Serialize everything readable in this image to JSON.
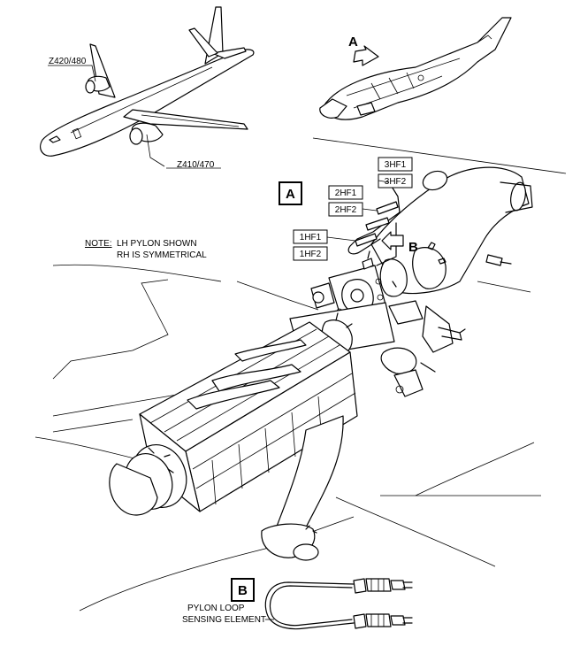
{
  "zones": {
    "upper": "Z420/480",
    "lower": "Z410/470"
  },
  "views": {
    "a_arrow": "A",
    "a_box": "A",
    "b_arrow": "B",
    "b_box": "B"
  },
  "connectors": {
    "c3hf1": "3HF1",
    "c3hf2": "3HF2",
    "c2hf1": "2HF1",
    "c2hf2": "2HF2",
    "c1hf1": "1HF1",
    "c1hf2": "1HF2"
  },
  "note": {
    "label": "NOTE:",
    "line1": "LH PYLON SHOWN",
    "line2": "RH IS SYMMETRICAL"
  },
  "pylon_loop": {
    "line1": "PYLON LOOP",
    "line2": "SENSING ELEMENT"
  }
}
